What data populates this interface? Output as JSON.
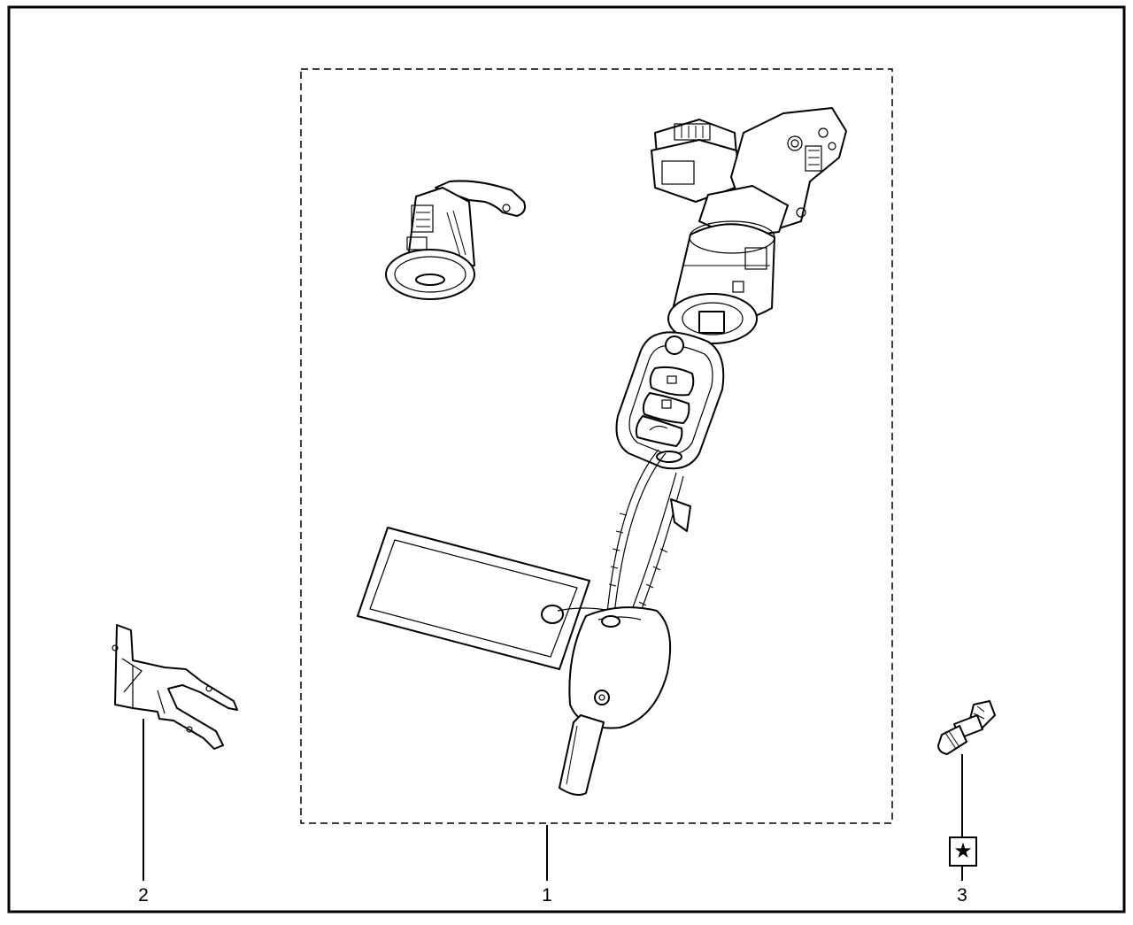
{
  "callouts": {
    "item1": "1",
    "item2": "2",
    "item3": "3"
  },
  "symbols": {
    "item3_marker": "★"
  },
  "colors": {
    "line": "#000000",
    "background": "#ffffff"
  }
}
